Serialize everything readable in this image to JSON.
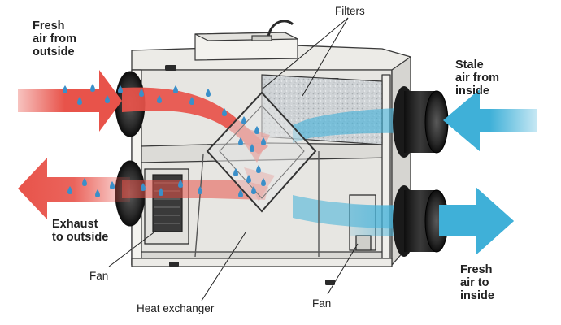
{
  "labels": {
    "fresh_outside": [
      "Fresh",
      "air from",
      "outside"
    ],
    "stale_inside": [
      "Stale",
      "air from",
      "inside"
    ],
    "exhaust_outside": [
      "Exhaust",
      "to outside"
    ],
    "fresh_inside": [
      "Fresh",
      "air to",
      "inside"
    ],
    "filters": "Filters",
    "fan_left": "Fan",
    "heat_exchanger": "Heat exchanger",
    "fan_right": "Fan"
  },
  "colors": {
    "warm_air": "#e8534a",
    "cool_air": "#3fb0d8",
    "droplet": "#3a8fc9",
    "cabinet": "#f2f2ef",
    "outline": "#3a3a3a",
    "duct": "#1f1f1f"
  }
}
